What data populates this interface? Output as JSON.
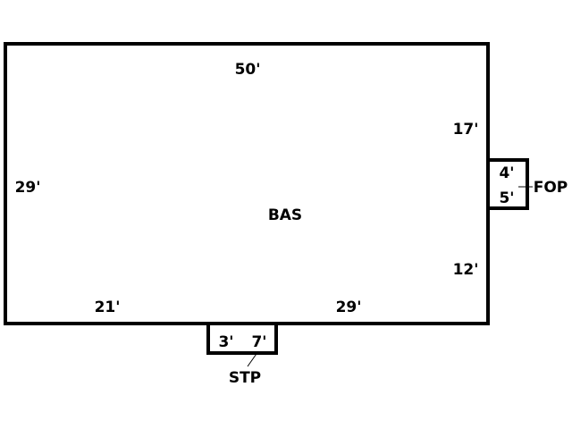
{
  "sketch": {
    "areas": [
      {
        "code": "BAS",
        "dims": {
          "top": "50'",
          "left": "29'",
          "right_upper": "17'",
          "right_lower": "12'",
          "bottom_left": "21'",
          "bottom_right": "29'"
        }
      },
      {
        "code": "FOP",
        "dims": {
          "width": "4'",
          "depth": "5'"
        }
      },
      {
        "code": "STP",
        "dims": {
          "width": "7'",
          "depth": "3'"
        }
      }
    ],
    "line_color": "#000000"
  }
}
